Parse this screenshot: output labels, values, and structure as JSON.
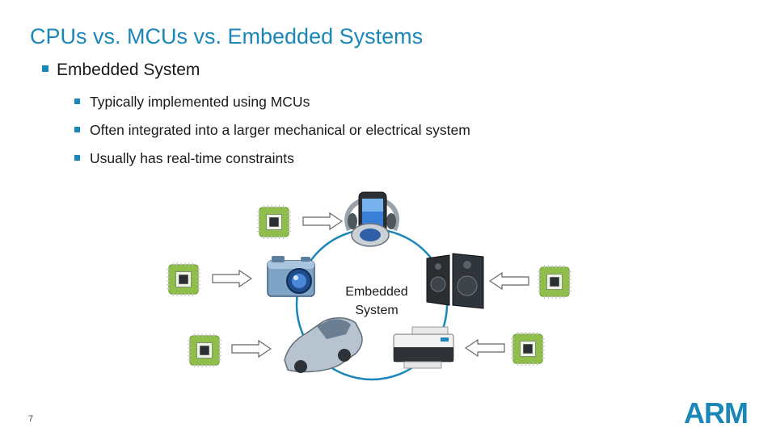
{
  "slide": {
    "title": "CPUs vs. MCUs vs. Embedded Systems",
    "bullets": {
      "main": "Embedded System",
      "sub": [
        "Typically implemented using MCUs",
        "Often integrated into a larger mechanical or electrical system",
        "Usually has real-time constraints"
      ]
    },
    "diagram": {
      "center_label_line1": "Embedded",
      "center_label_line2": "System",
      "icons": [
        "mcu-chip-icon",
        "smartphone-icon",
        "camera-icon",
        "speakers-icon",
        "car-icon",
        "printer-icon"
      ]
    },
    "page_number": "7",
    "logo": "ARM",
    "colors": {
      "accent": "#1b87b8",
      "chip_green": "#8fbf4a"
    }
  }
}
